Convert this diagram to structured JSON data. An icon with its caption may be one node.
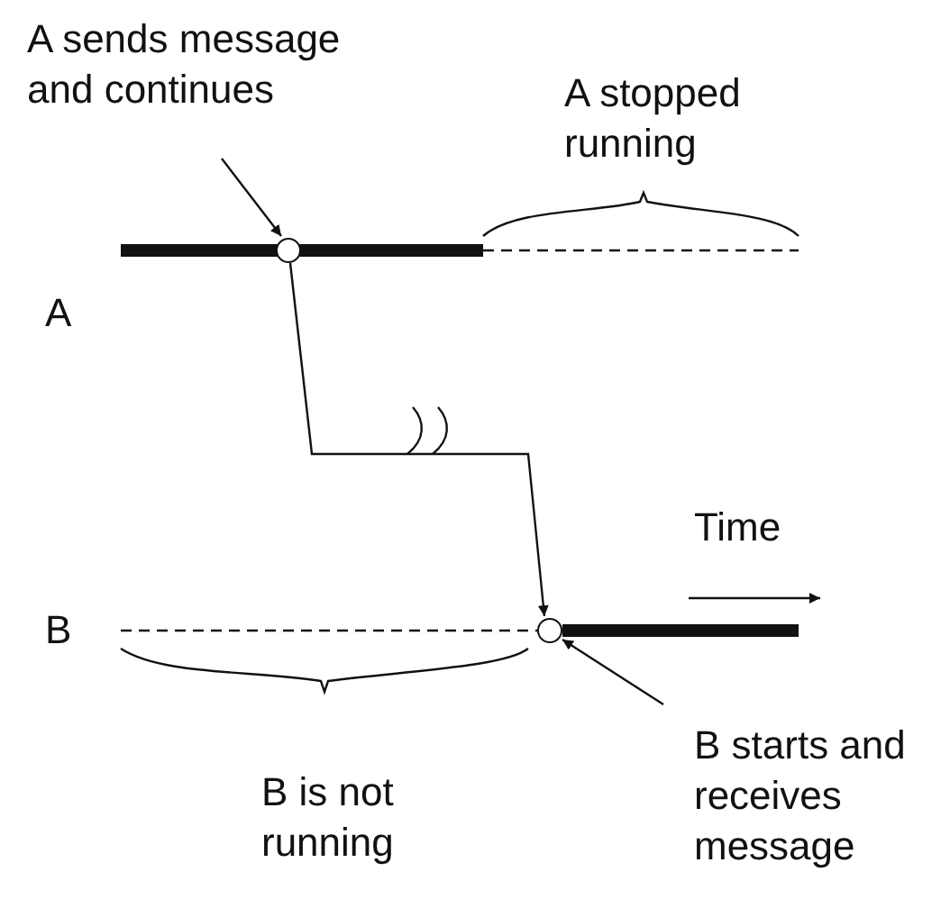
{
  "diagram": {
    "nodes": [
      {
        "text": [
          "A sends message and continues"
        ]
      },
      {
        "text": [],
        "shape": "circle"
      },
      {
        "text": [],
        "shape": "circle"
      },
      {
        "text": [
          "B starts and receives message"
        ]
      }
    ],
    "edges": [
      {
        "from": 0,
        "to": 1,
        "arrow": "to"
      },
      {
        "from": 1,
        "to": 2,
        "arrow": "to"
      },
      {
        "from": 3,
        "to": 2,
        "arrow": "to"
      }
    ],
    "labels": [
      "A stopped running",
      "A",
      "B",
      "Time",
      "B is not running"
    ]
  }
}
